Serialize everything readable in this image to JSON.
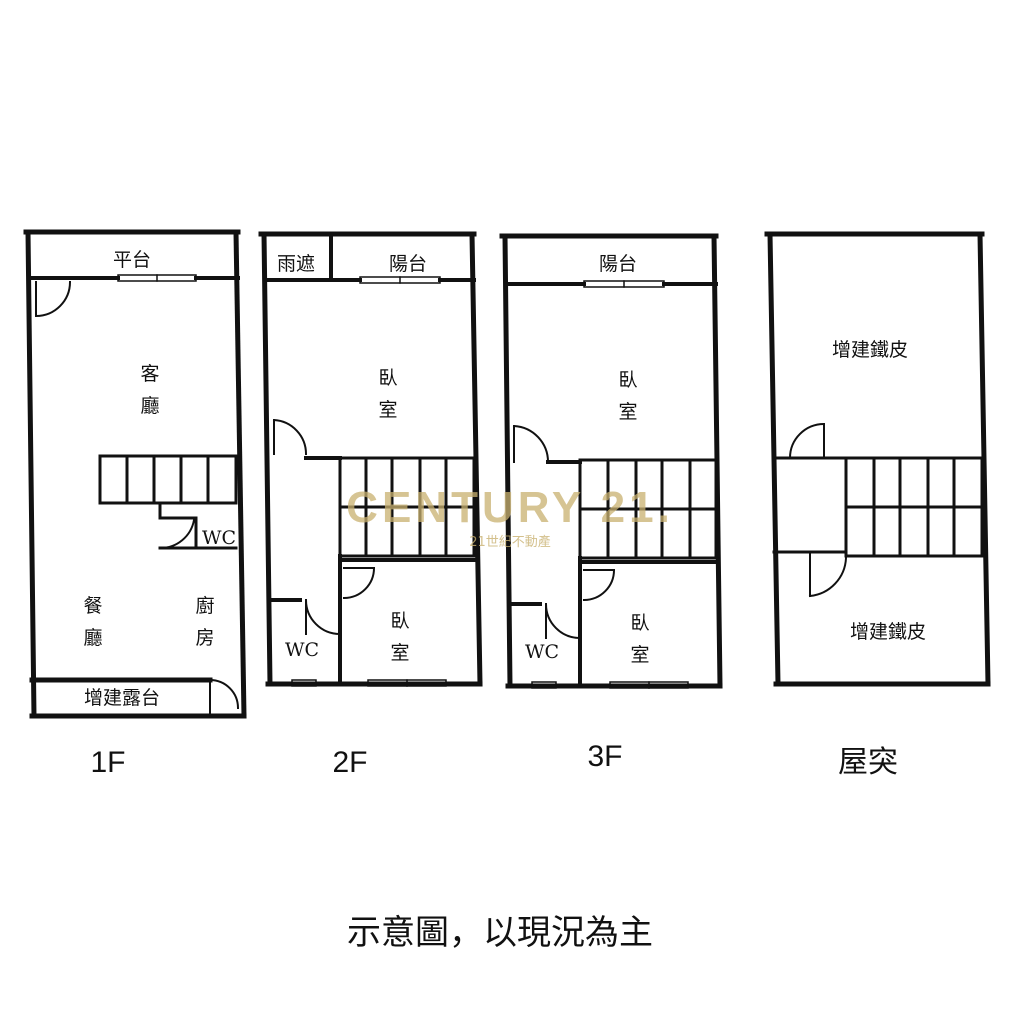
{
  "floors": [
    {
      "id": "1f",
      "label": "1F",
      "rooms": {
        "terrace": "平台",
        "living": "客",
        "living2": "廳",
        "wc": "WC",
        "dining": "餐",
        "dining2": "廳",
        "kitchen": "廚",
        "kitchen2": "房",
        "extension_terrace": "增建露台"
      }
    },
    {
      "id": "2f",
      "label": "2F",
      "rooms": {
        "canopy": "雨遮",
        "balcony": "陽台",
        "bedroom_a": "臥",
        "bedroom_a2": "室",
        "wc": "WC",
        "bedroom_b": "臥",
        "bedroom_b2": "室"
      }
    },
    {
      "id": "3f",
      "label": "3F",
      "rooms": {
        "balcony": "陽台",
        "bedroom_a": "臥",
        "bedroom_a2": "室",
        "wc": "WC",
        "bedroom_b": "臥",
        "bedroom_b2": "室"
      }
    },
    {
      "id": "rf",
      "label": "屋突",
      "rooms": {
        "iron_extension_top": "增建鐵皮",
        "iron_extension_bottom": "增建鐵皮"
      }
    }
  ],
  "watermark": {
    "brand": "CENTURY 21.",
    "subtitle": "21世紀不動產"
  },
  "caption": "示意圖，以現況為主"
}
